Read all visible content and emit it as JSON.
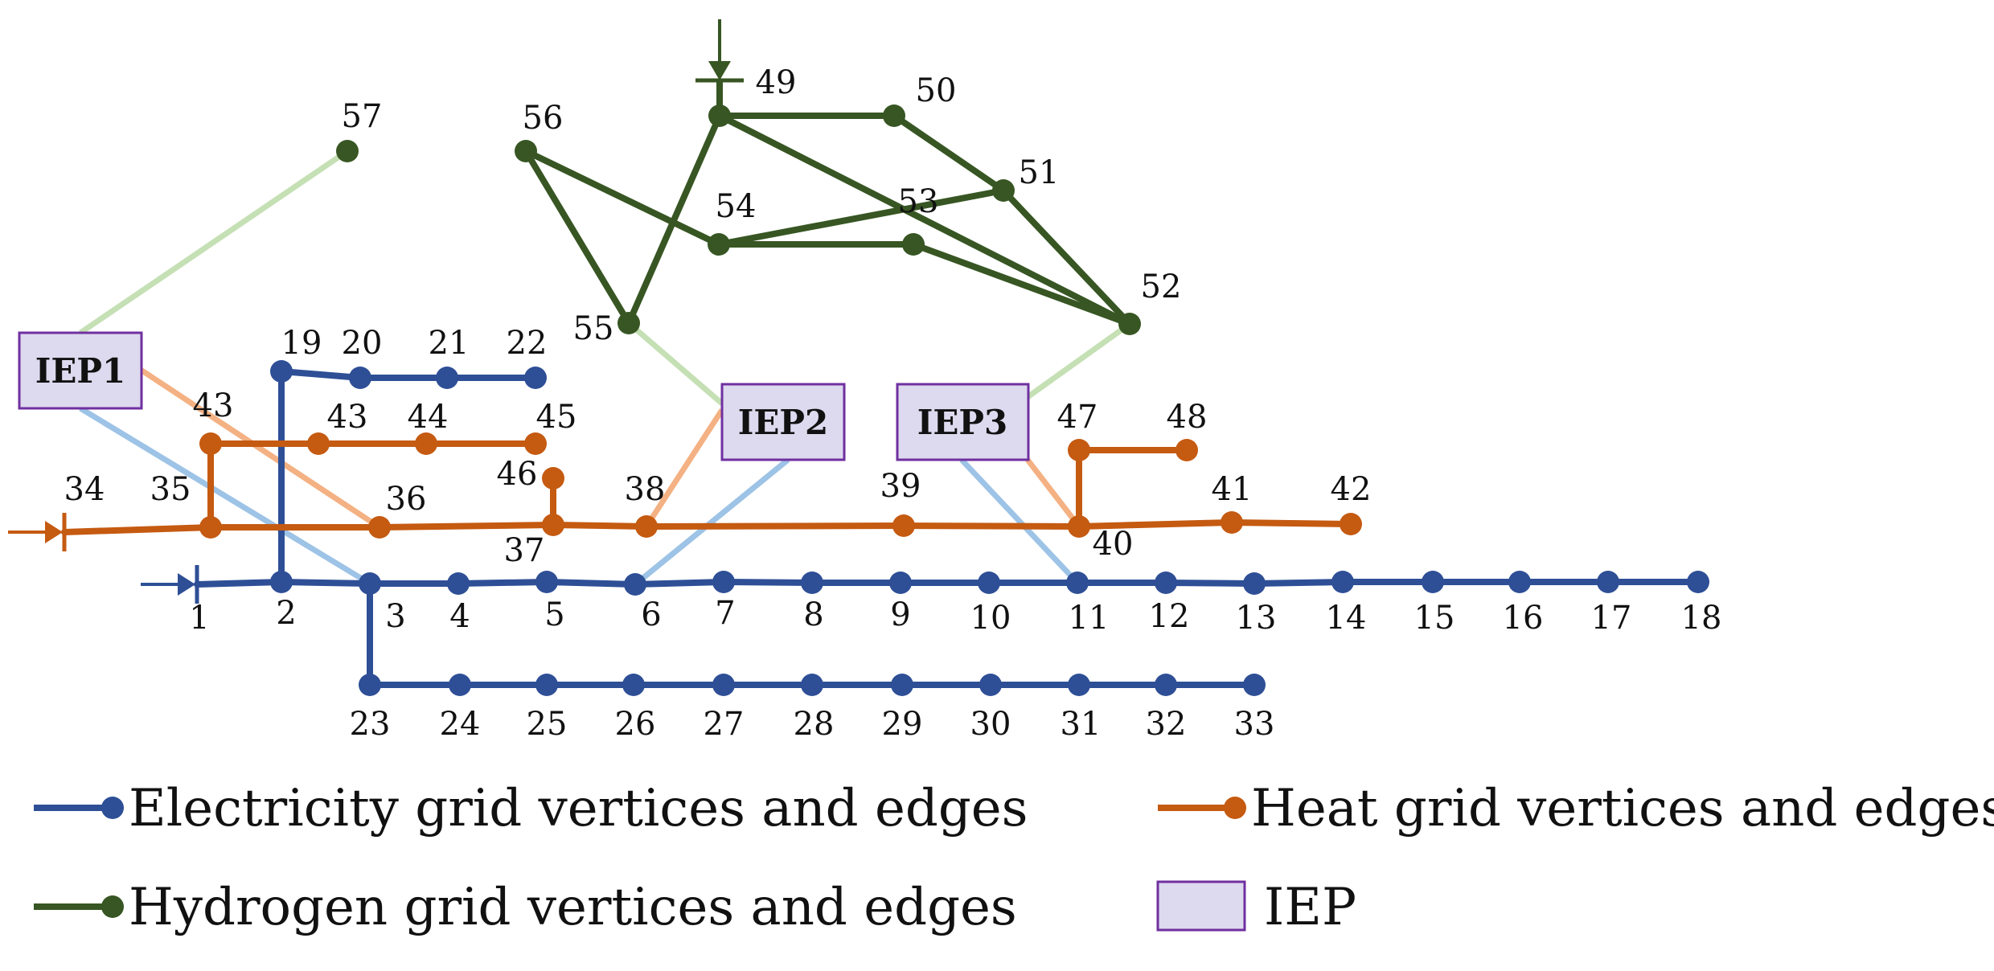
{
  "colors": {
    "electricity": "#2E4F96",
    "heat": "#C55A11",
    "hydrogen": "#375623",
    "iep_fill": "#DDD9EE",
    "iep_border": "#7030A0",
    "link_hydrogen": "#C5E0B4",
    "link_heat": "#F4B183",
    "link_electricity": "#9DC3E6"
  },
  "nodes": [
    {
      "id": "1",
      "grid": "electricity",
      "dot": false
    },
    {
      "id": "2",
      "grid": "electricity"
    },
    {
      "id": "3",
      "grid": "electricity"
    },
    {
      "id": "4",
      "grid": "electricity"
    },
    {
      "id": "5",
      "grid": "electricity"
    },
    {
      "id": "6",
      "grid": "electricity"
    },
    {
      "id": "7",
      "grid": "electricity"
    },
    {
      "id": "8",
      "grid": "electricity"
    },
    {
      "id": "9",
      "grid": "electricity"
    },
    {
      "id": "10",
      "grid": "electricity"
    },
    {
      "id": "11",
      "grid": "electricity"
    },
    {
      "id": "12",
      "grid": "electricity"
    },
    {
      "id": "13",
      "grid": "electricity"
    },
    {
      "id": "14",
      "grid": "electricity"
    },
    {
      "id": "15",
      "grid": "electricity"
    },
    {
      "id": "16",
      "grid": "electricity"
    },
    {
      "id": "17",
      "grid": "electricity"
    },
    {
      "id": "18",
      "grid": "electricity"
    },
    {
      "id": "19",
      "grid": "electricity"
    },
    {
      "id": "20",
      "grid": "electricity"
    },
    {
      "id": "21",
      "grid": "electricity"
    },
    {
      "id": "22",
      "grid": "electricity"
    },
    {
      "id": "23",
      "grid": "electricity"
    },
    {
      "id": "24",
      "grid": "electricity"
    },
    {
      "id": "25",
      "grid": "electricity"
    },
    {
      "id": "26",
      "grid": "electricity"
    },
    {
      "id": "27",
      "grid": "electricity"
    },
    {
      "id": "28",
      "grid": "electricity"
    },
    {
      "id": "29",
      "grid": "electricity"
    },
    {
      "id": "30",
      "grid": "electricity"
    },
    {
      "id": "31",
      "grid": "electricity"
    },
    {
      "id": "32",
      "grid": "electricity"
    },
    {
      "id": "33",
      "grid": "electricity"
    },
    {
      "id": "34",
      "grid": "heat",
      "dot": false
    },
    {
      "id": "35",
      "grid": "heat"
    },
    {
      "id": "36",
      "grid": "heat"
    },
    {
      "id": "37",
      "grid": "heat"
    },
    {
      "id": "38",
      "grid": "heat"
    },
    {
      "id": "39",
      "grid": "heat"
    },
    {
      "id": "40",
      "grid": "heat"
    },
    {
      "id": "41",
      "grid": "heat"
    },
    {
      "id": "42",
      "grid": "heat"
    },
    {
      "id": "43",
      "grid": "heat"
    },
    {
      "id": "43",
      "grid": "heat"
    },
    {
      "id": "44",
      "grid": "heat"
    },
    {
      "id": "45",
      "grid": "heat"
    },
    {
      "id": "46",
      "grid": "heat"
    },
    {
      "id": "47",
      "grid": "heat"
    },
    {
      "id": "48",
      "grid": "heat"
    },
    {
      "id": "49",
      "grid": "hydrogen"
    },
    {
      "id": "50",
      "grid": "hydrogen"
    },
    {
      "id": "51",
      "grid": "hydrogen"
    },
    {
      "id": "52",
      "grid": "hydrogen"
    },
    {
      "id": "53",
      "grid": "hydrogen"
    },
    {
      "id": "54",
      "grid": "hydrogen"
    },
    {
      "id": "55",
      "grid": "hydrogen"
    },
    {
      "id": "56",
      "grid": "hydrogen"
    },
    {
      "id": "57",
      "grid": "hydrogen"
    }
  ],
  "iep_labels": [
    "IEP1",
    "IEP2",
    "IEP3"
  ],
  "legend": {
    "electricity": "Electricity grid vertices and edges",
    "heat": "Heat grid vertices and edges",
    "hydrogen": "Hydrogen grid vertices and edges",
    "iep": "IEP"
  }
}
